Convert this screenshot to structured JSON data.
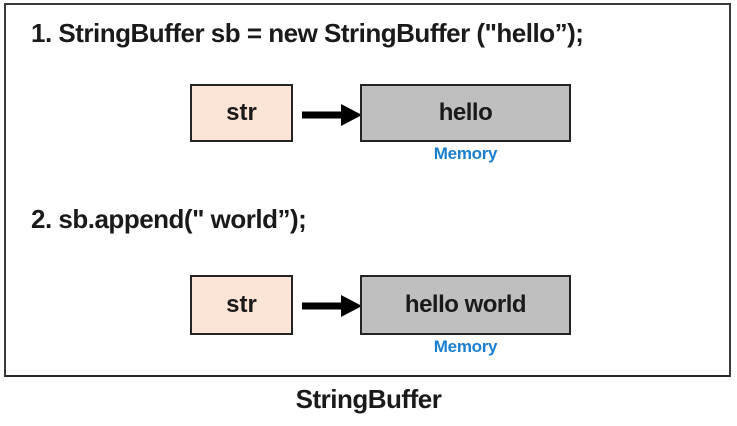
{
  "caption": "StringBuffer",
  "steps": [
    {
      "statement": "1. StringBuffer sb = new StringBuffer (\"hello”);",
      "var_label": "str",
      "memory_value": "hello",
      "memory_label": "Memory"
    },
    {
      "statement": "2. sb.append(\" world”);",
      "var_label": "str",
      "memory_value": "hello world",
      "memory_label": "Memory"
    }
  ],
  "colors": {
    "text": "#1a1a1a",
    "outer_border": "#3b3b3b",
    "box_border": "#242424",
    "var_box_fill": "#fce4d6",
    "memory_box_fill": "#bfbfbf",
    "memory_label_color": "#1a7fd0",
    "arrow": "#000000"
  }
}
